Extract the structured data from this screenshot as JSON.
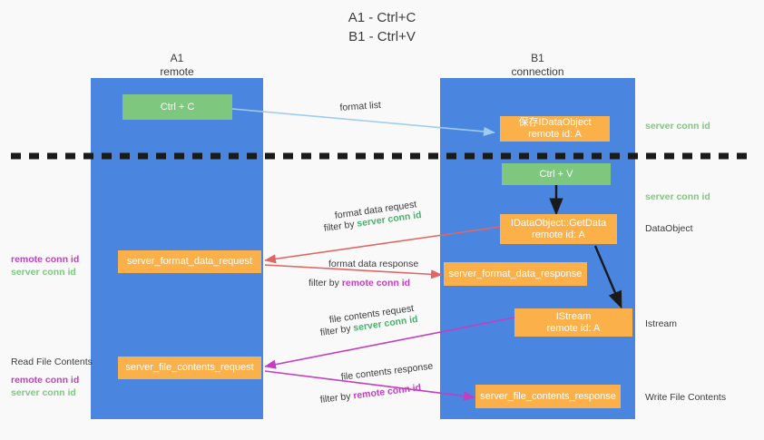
{
  "title": "A1 - Ctrl+C\nB1 - Ctrl+V",
  "colors": {
    "background": "#f9f9f9",
    "lane": "#4a86e0",
    "node_green": "#7ec77e",
    "node_orange": "#fbb04a",
    "accent_server": "#7ec77e",
    "accent_remote": "#c23ec2",
    "arrow_blue": "#9ecbf0",
    "arrow_red": "#e06666",
    "arrow_magenta": "#c23ec2",
    "arrow_black": "#1a1a1a",
    "text": "#3c3c3c"
  },
  "lanes": [
    {
      "name": "A1",
      "sub": "remote"
    },
    {
      "name": "B1",
      "sub": "connection"
    }
  ],
  "nodes": {
    "ctrl_c": "Ctrl + C",
    "save_idataobject": "保存IDataObject\nremote id: A",
    "ctrl_v": "Ctrl + V",
    "getdata": "IDataObject::GetData\nremote id: A",
    "format_data_request": "server_format_data_request",
    "format_data_response": "server_format_data_response",
    "istream": "IStream\nremote id: A",
    "file_contents_request": "server_file_contents_request",
    "file_contents_response": "server_file_contents_response"
  },
  "edges": {
    "format_list": "format list",
    "format_data_request": "format data request",
    "format_data_response": "format data response",
    "file_contents_request": "file contents request",
    "file_contents_response": "file contents response",
    "filter_by": "filter by ",
    "server_conn_id": "server conn id",
    "remote_conn_id": "remote conn id"
  },
  "annotations": {
    "right_server_conn_1": "server conn id",
    "right_server_conn_2": "server conn id",
    "right_dataobject": "DataObject",
    "right_istream": "Istream",
    "right_write_file": "Write File Contents",
    "left_read_file": "Read File Contents",
    "left_remote_conn": "remote conn id",
    "left_server_conn": "server conn id",
    "left_remote_conn_2": "remote conn id",
    "left_server_conn_2": "server conn id"
  }
}
